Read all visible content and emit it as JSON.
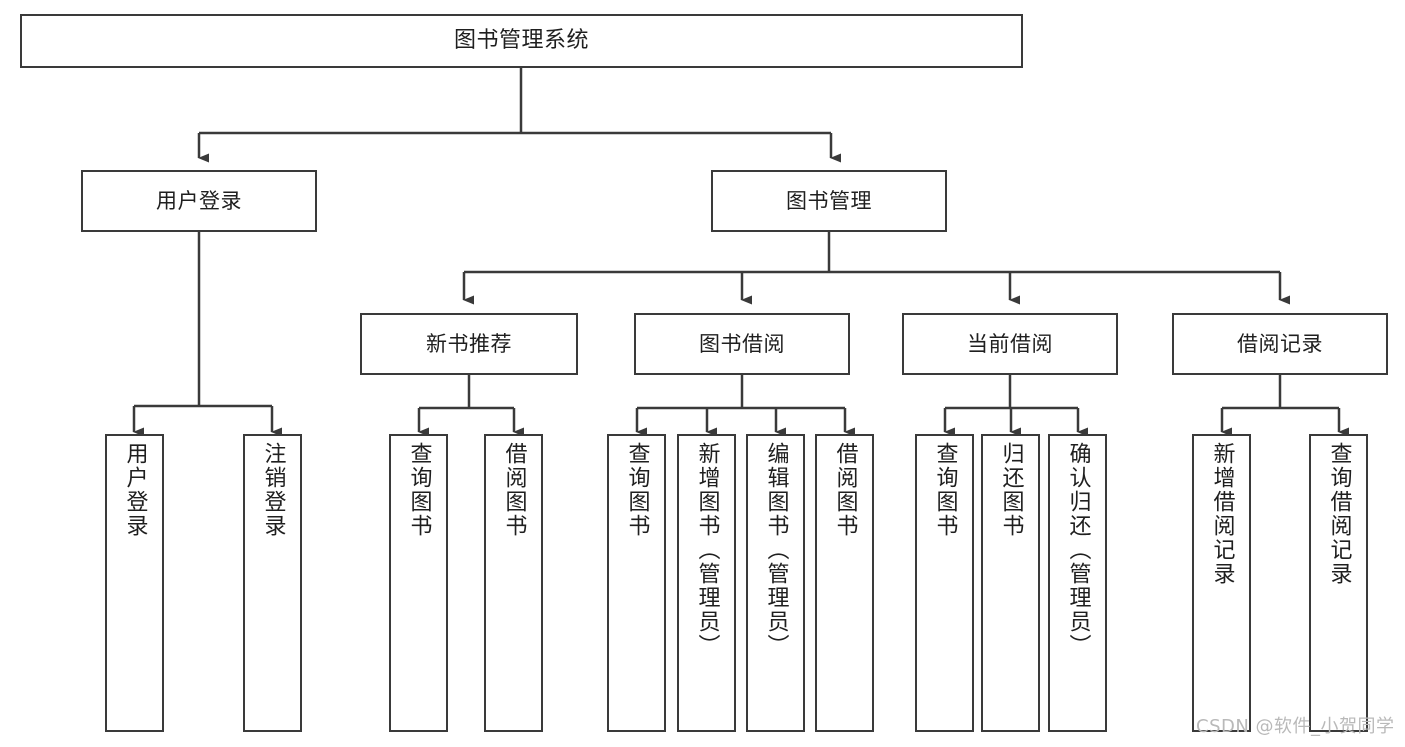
{
  "diagram": {
    "title": "图书管理系统",
    "type": "tree-hierarchy",
    "watermark": "CSDN @软件_小贺同学",
    "colors": {
      "box_border": "#3a3a3a",
      "box_fill": "#ffffff",
      "edge": "#3a3a3a",
      "text": "#1f1f1f",
      "watermark": "#b9b9b9",
      "background": "#ffffff"
    },
    "nodes": {
      "root": {
        "label": "图书管理系统"
      },
      "level2": [
        {
          "id": "user-login",
          "label": "用户登录"
        },
        {
          "id": "book-manage",
          "label": "图书管理"
        }
      ],
      "level3": [
        {
          "id": "new-book-recommend",
          "label": "新书推荐"
        },
        {
          "id": "book-borrow",
          "label": "图书借阅"
        },
        {
          "id": "current-borrow",
          "label": "当前借阅"
        },
        {
          "id": "borrow-record",
          "label": "借阅记录"
        }
      ],
      "leaves": {
        "user-login": [
          {
            "id": "leaf-user-login",
            "label": "用户登录"
          },
          {
            "id": "leaf-user-logout",
            "label": "注销登录"
          }
        ],
        "new-book-recommend": [
          {
            "id": "leaf-query-book-1",
            "label": "查询图书"
          },
          {
            "id": "leaf-borrow-book-1",
            "label": "借阅图书"
          }
        ],
        "book-borrow": [
          {
            "id": "leaf-query-book-2",
            "label": "查询图书"
          },
          {
            "id": "leaf-add-book",
            "label": "新增图书（管理员）"
          },
          {
            "id": "leaf-edit-book",
            "label": "编辑图书（管理员）"
          },
          {
            "id": "leaf-borrow-book-2",
            "label": "借阅图书"
          }
        ],
        "current-borrow": [
          {
            "id": "leaf-query-book-3",
            "label": "查询图书"
          },
          {
            "id": "leaf-return-book",
            "label": "归还图书"
          },
          {
            "id": "leaf-confirm-return",
            "label": "确认归还（管理员）"
          }
        ],
        "borrow-record": [
          {
            "id": "leaf-add-record",
            "label": "新增借阅记录"
          },
          {
            "id": "leaf-query-record",
            "label": "查询借阅记录"
          }
        ]
      }
    }
  }
}
